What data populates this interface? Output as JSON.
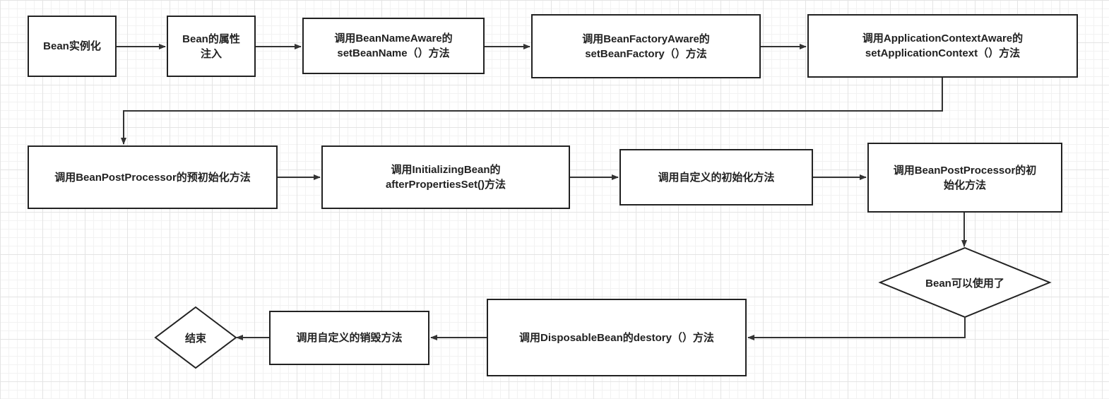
{
  "nodes": {
    "instantiate": "Bean实例化",
    "populate": "Bean的属性\n注入",
    "bean_name_aware": "调用BeanNameAware的\nsetBeanName（）方法",
    "bean_factory_aware": "调用BeanFactoryAware的\nsetBeanFactory（）方法",
    "app_context_aware": "调用ApplicationContextAware的\nsetApplicationContext（）方法",
    "post_processor_before": "调用BeanPostProcessor的预初始化方法",
    "initializing_bean": "调用InitializingBean的\nafterPropertiesSet()方法",
    "custom_init": "调用自定义的初始化方法",
    "post_processor_after": "调用BeanPostProcessor的初\n始化方法",
    "bean_ready": "Bean可以使用了",
    "disposable_bean": "调用DisposableBean的destory（）方法",
    "custom_destroy": "调用自定义的销毁方法",
    "end": "结束"
  },
  "colors": {
    "stroke": "#222222",
    "arrow": "#333333",
    "background": "#ffffff"
  }
}
